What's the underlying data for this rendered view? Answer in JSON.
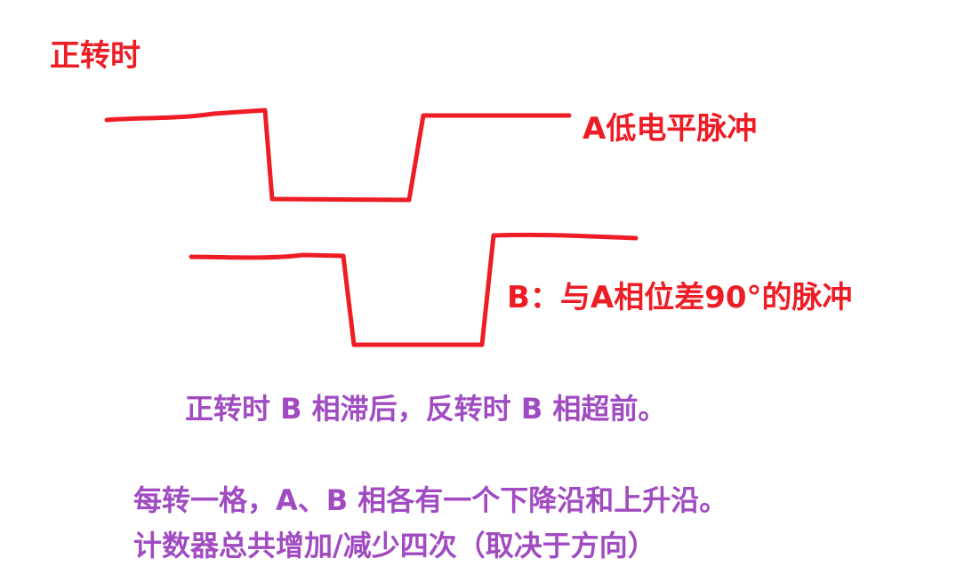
{
  "title": "正转时",
  "waveform_a": {
    "label": "A低电平脉冲",
    "color": "#ee1c24"
  },
  "waveform_b": {
    "label": "B：与A相位差90°的脉冲",
    "color": "#ee1c24"
  },
  "notes": {
    "line1": "正转时 B 相滞后，反转时 B 相超前。",
    "line2": "每转一格，A、B 相各有一个下降沿和上升沿。",
    "line3": "计数器总共增加/减少四次（取决于方向）"
  },
  "colors": {
    "red": "#ee1c24",
    "purple": "#a04bc1"
  }
}
